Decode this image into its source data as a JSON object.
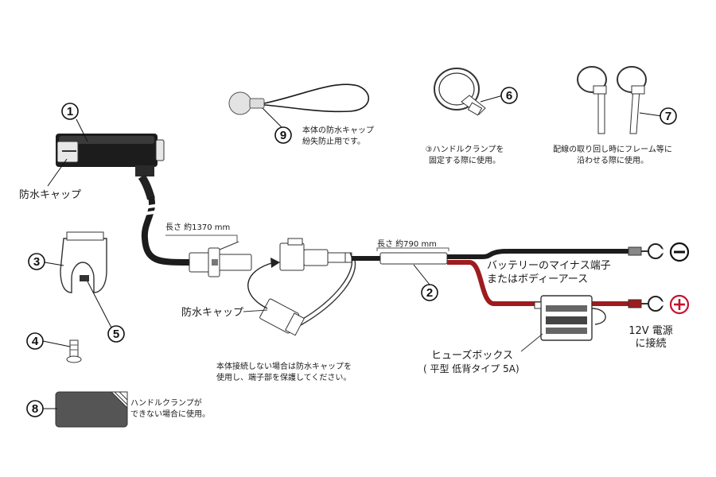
{
  "parts": {
    "p1": {
      "num": "1",
      "label": "防水キャップ"
    },
    "p2": {
      "num": "2"
    },
    "p3": {
      "num": "3"
    },
    "p4": {
      "num": "4"
    },
    "p5": {
      "num": "5"
    },
    "p6": {
      "num": "6",
      "note_l1": "③ハンドルクランプを",
      "note_l2": "固定する際に使用。"
    },
    "p7": {
      "num": "7",
      "note_l1": "配線の取り回し時にフレーム等に",
      "note_l2": "沿わせる際に使用。"
    },
    "p8": {
      "num": "8",
      "note_l1": "ハンドルクランプが",
      "note_l2": "できない場合に使用。"
    },
    "p9": {
      "num": "9",
      "note_l1": "本体の防水キャップ",
      "note_l2": "紛失防止用です。"
    }
  },
  "cable": {
    "length1": "長さ 約1370 mm",
    "length2": "長さ 約790 mm",
    "cap_label": "防水キャップ",
    "cap_note_l1": "本体接続しない場合は防水キャップを",
    "cap_note_l2": "使用し、端子部を保護してください。"
  },
  "terminals": {
    "negative_l1": "バッテリーのマイナス端子",
    "negative_l2": "またはボディーアース",
    "positive_l1": "12V 電源",
    "positive_l2": "に接続"
  },
  "fuse": {
    "label_l1": "ヒューズボックス",
    "label_l2": "( 平型 低背タイプ 5A)"
  },
  "colors": {
    "positive_wire": "#9e1b1e",
    "negative_wire": "#222222",
    "body": "#1c1c1c",
    "accent_red": "#c8102e"
  }
}
